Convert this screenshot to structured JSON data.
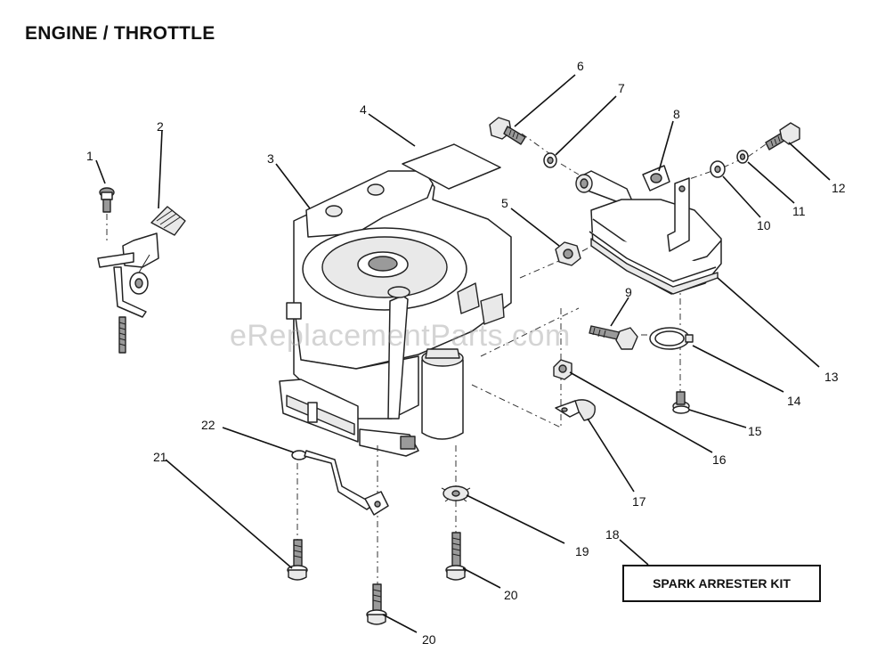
{
  "title": "ENGINE / THROTTLE",
  "callouts": [
    "1",
    "2",
    "3",
    "4",
    "5",
    "6",
    "7",
    "8",
    "9",
    "10",
    "11",
    "12",
    "13",
    "14",
    "15",
    "16",
    "17",
    "18",
    "19",
    "20",
    "20",
    "21",
    "22"
  ],
  "kit_label": "SPARK ARRESTER KIT",
  "watermark": "eReplacementParts.com"
}
